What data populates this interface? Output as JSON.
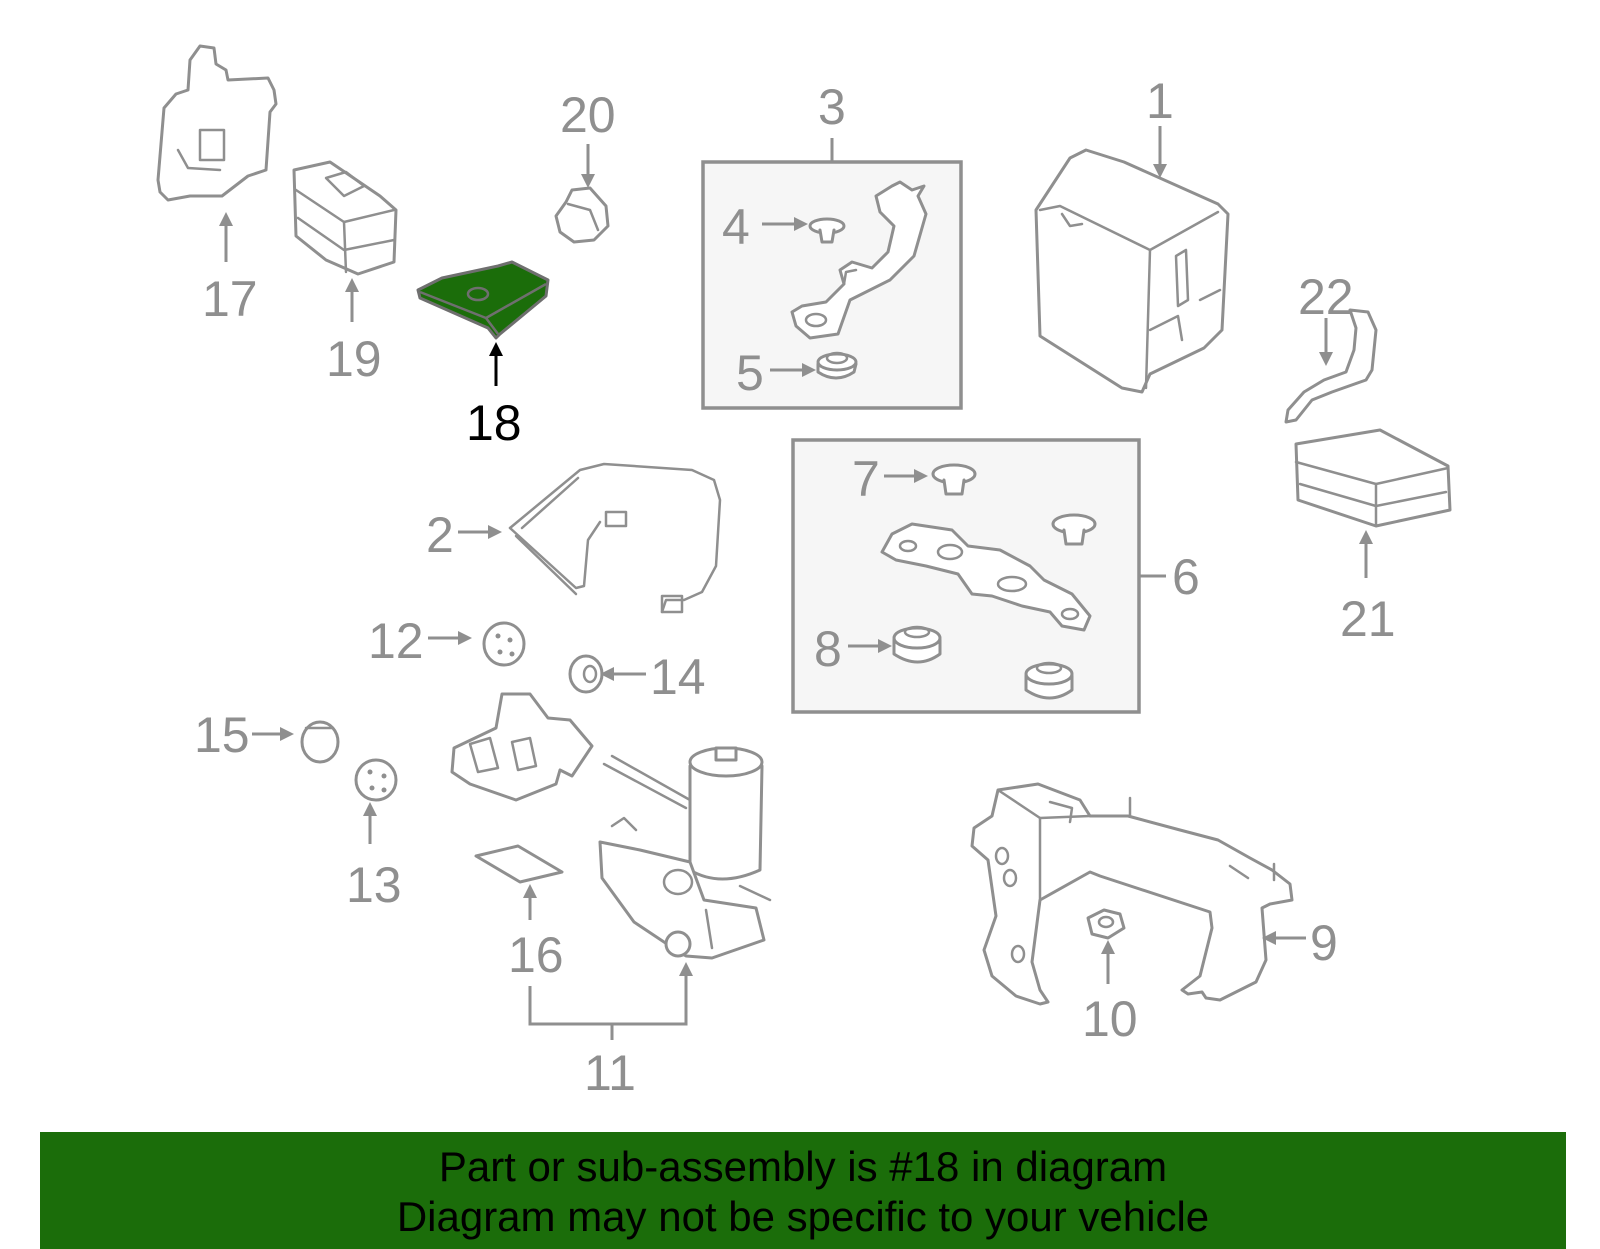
{
  "highlight": {
    "part_number": "18",
    "color": "#1b6d0a"
  },
  "callouts": {
    "c1": "1",
    "c2": "2",
    "c3": "3",
    "c4": "4",
    "c5": "5",
    "c6": "6",
    "c7": "7",
    "c8": "8",
    "c9": "9",
    "c10": "10",
    "c11": "11",
    "c12": "12",
    "c13": "13",
    "c14": "14",
    "c15": "15",
    "c16": "16",
    "c17": "17",
    "c18": "18",
    "c19": "19",
    "c20": "20",
    "c21": "21",
    "c22": "22"
  },
  "banner": {
    "line1": "Part or sub-assembly is #18 in diagram",
    "line2": "Diagram may not be specific to your vehicle",
    "background": "#1b6d0a"
  }
}
